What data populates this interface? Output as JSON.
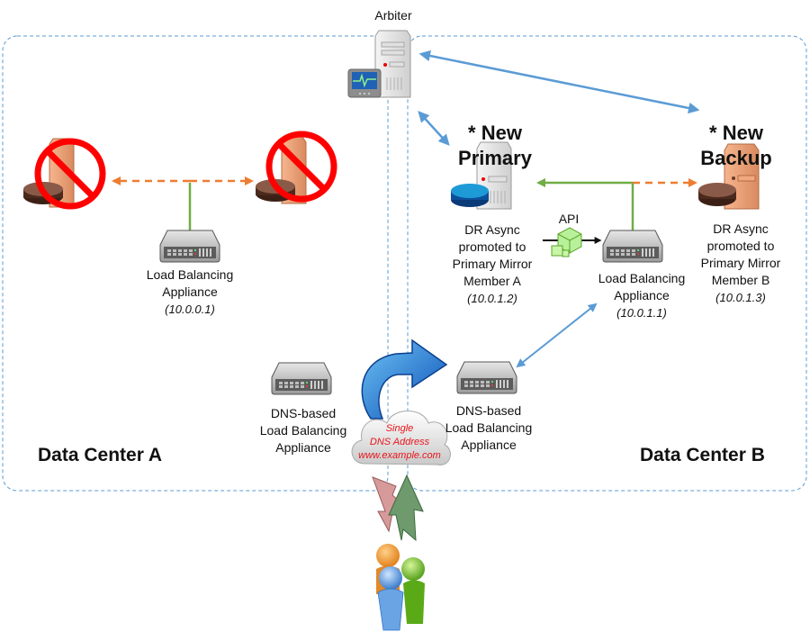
{
  "diagram": {
    "arbiter": {
      "label": "Arbiter"
    },
    "data_center_a": {
      "label": "Data Center A",
      "failed_server_1": {
        "status": "unavailable"
      },
      "failed_server_2": {
        "status": "unavailable"
      },
      "load_balancer": {
        "line1": "Load Balancing",
        "line2": "Appliance",
        "ip": "(10.0.0.1)"
      },
      "dns_load_balancer": {
        "line1": "DNS-based",
        "line2": "Load Balancing",
        "line3": "Appliance"
      }
    },
    "data_center_b": {
      "label": "Data Center B",
      "new_primary": {
        "heading_line1": "* New",
        "heading_line2": "Primary",
        "line1": "DR Async",
        "line2": "promoted to",
        "line3": "Primary Mirror",
        "line4": "Member A",
        "ip": "(10.0.1.2)"
      },
      "new_backup": {
        "heading_line1": "* New",
        "heading_line2": "Backup",
        "line1": "DR Async",
        "line2": "promoted to",
        "line3": "Primary Mirror",
        "line4": "Member B",
        "ip": "(10.0.1.3)"
      },
      "api": {
        "label": "API"
      },
      "load_balancer": {
        "line1": "Load Balancing",
        "line2": "Appliance",
        "ip": "(10.0.1.1)"
      },
      "dns_load_balancer": {
        "line1": "DNS-based",
        "line2": "Load Balancing",
        "line3": "Appliance"
      }
    },
    "dns_cloud": {
      "line1": "Single",
      "line2": "DNS Address",
      "line3": "www.example.com"
    },
    "users": {
      "icon": "users-group-icon"
    },
    "colors": {
      "container_border": "#5b9bd5",
      "arbiter_link": "#5b9bd5",
      "active_link": "#70ad47",
      "standby_link": "#ed7d31",
      "prohibited": "#ff0000",
      "dns_text": "#e8141a"
    }
  }
}
